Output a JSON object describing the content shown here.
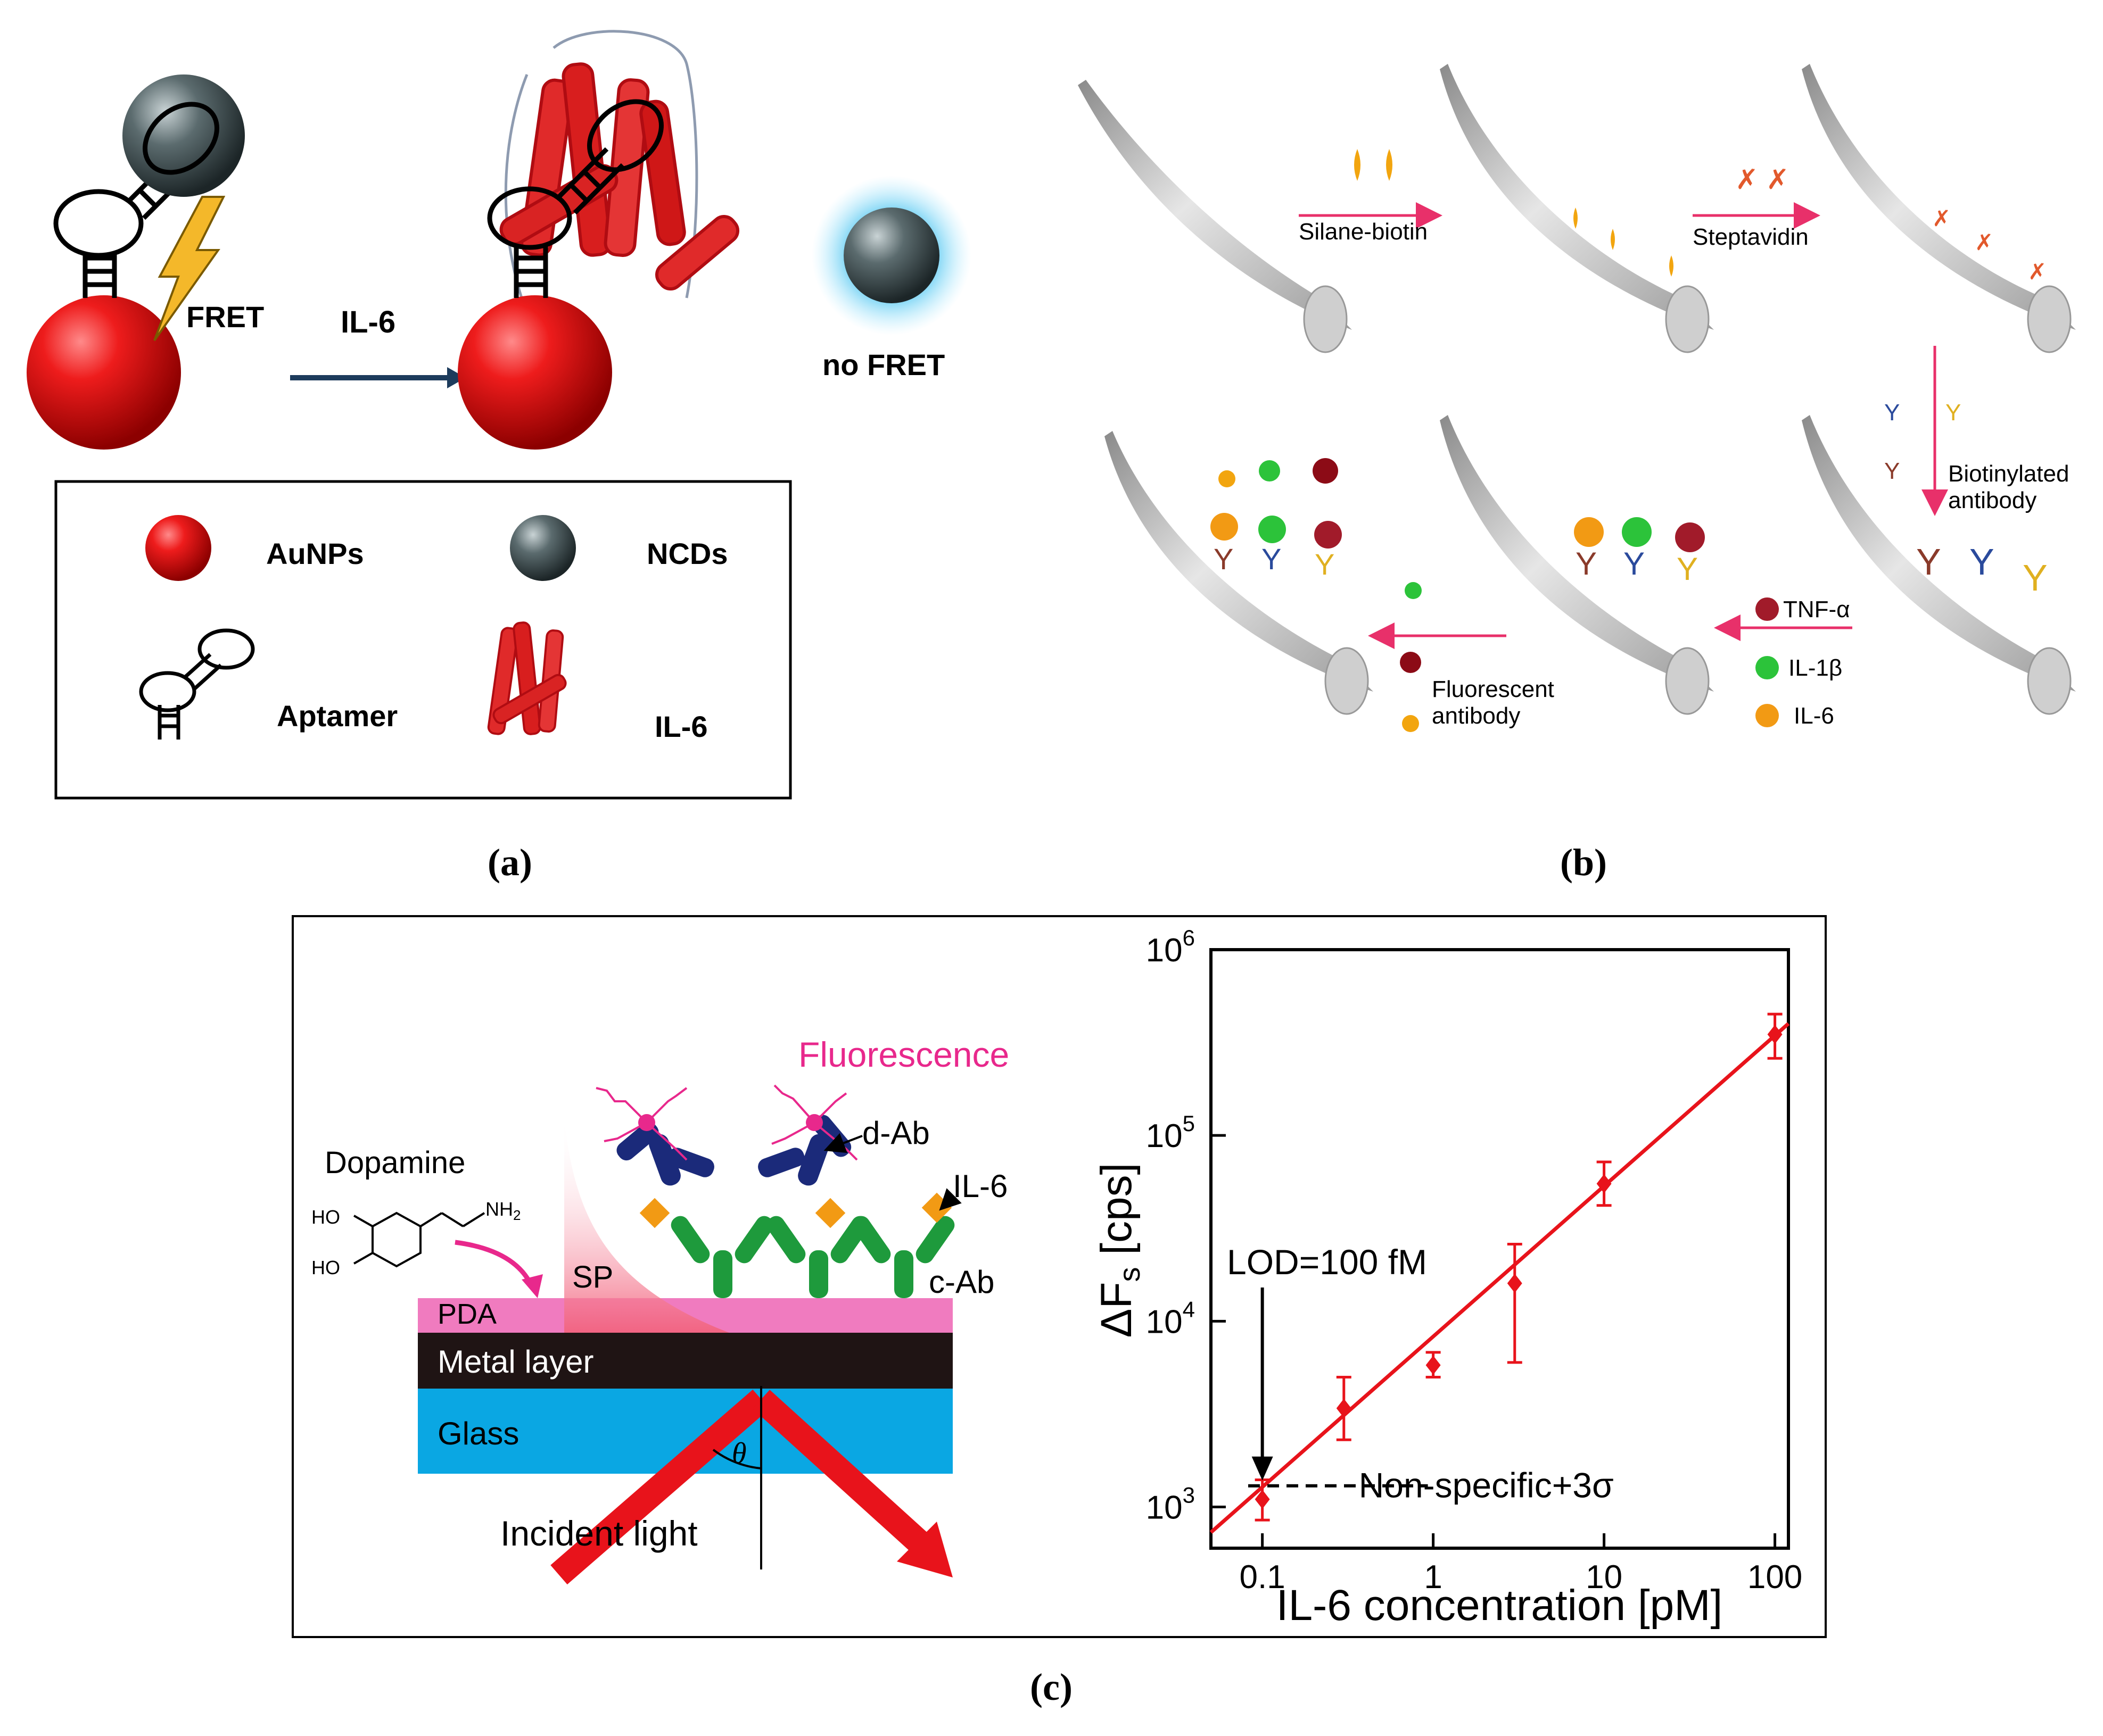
{
  "panel_a": {
    "caption_letter": "a",
    "fret_label": "FRET",
    "arrow_label": "IL-6",
    "no_fret_label": "no FRET",
    "legend": {
      "aunps": "AuNPs",
      "ncds": "NCDs",
      "aptamer": "Aptamer",
      "il6": "IL-6"
    },
    "colors": {
      "aunp": "#e3141b",
      "ncd": "#4a5a5e",
      "glow": "#7fd6f5",
      "protein": "#d81e1e"
    }
  },
  "panel_b": {
    "caption_letter": "b",
    "steps": {
      "silane_biotin": "Silane-biotin",
      "streptavidin": "Steptavidin",
      "biotinylated_line1": "Biotinylated",
      "biotinylated_line2": "antibody",
      "fluorescent_line1": "Fluorescent",
      "fluorescent_line2": "antibody"
    },
    "analytes": {
      "tnf": "TNF-α",
      "il1b": "IL-1β",
      "il6": "IL-6"
    },
    "colors": {
      "arrow": "#e8306a",
      "fiber": "#b7b7b7"
    }
  },
  "panel_c": {
    "caption_letter": "c",
    "schematic": {
      "fluorescence": "Fluorescence",
      "dopamine": "Dopamine",
      "ho1": "HO",
      "ho2": "HO",
      "nh2": "NH",
      "nh2_sub": "2",
      "d_ab": "d-Ab",
      "il6": "IL-6",
      "c_ab": "c-Ab",
      "sp": "SP",
      "pda": "PDA",
      "metal": "Metal layer",
      "glass": "Glass",
      "theta": "θ",
      "incident": "Incident light"
    },
    "colors": {
      "pda": "#f07bbf",
      "metal": "#1f1414",
      "glass": "#0aa7e3",
      "light": "#e8131b",
      "fluor": "#e8288c",
      "ab_green": "#1e9a3c",
      "ab_blue": "#1b2a7a",
      "il6": "#f29a14"
    }
  },
  "chart_data": {
    "type": "scatter",
    "xscale": "log",
    "yscale": "log",
    "xlim": [
      0.05,
      120
    ],
    "ylim": [
      600,
      1000000
    ],
    "xticks": [
      "0.1",
      "1",
      "10",
      "100"
    ],
    "yticks": [
      {
        "base": "10",
        "exp": "3"
      },
      {
        "base": "10",
        "exp": "4"
      },
      {
        "base": "10",
        "exp": "5"
      },
      {
        "base": "10",
        "exp": "6"
      }
    ],
    "xlabel": "IL-6 concentration [pM]",
    "ylabel_main": "ΔF",
    "ylabel_sub": "s",
    "ylabel_unit": " [cps]",
    "points": [
      {
        "x": 0.1,
        "y": 1100,
        "ylo": 850,
        "yhi": 1400
      },
      {
        "x": 0.3,
        "y": 3400,
        "ylo": 2300,
        "yhi": 5000
      },
      {
        "x": 1,
        "y": 5800,
        "ylo": 5000,
        "yhi": 6800
      },
      {
        "x": 3,
        "y": 16000,
        "ylo": 6000,
        "yhi": 26000
      },
      {
        "x": 10,
        "y": 55000,
        "ylo": 42000,
        "yhi": 72000
      },
      {
        "x": 100,
        "y": 350000,
        "ylo": 260000,
        "yhi": 450000
      }
    ],
    "fit": {
      "x1": 0.05,
      "y1": 730,
      "x2": 120,
      "y2": 400000
    },
    "threshold_y": 1300,
    "threshold_label": "Non-specific+3σ",
    "lod_label": "LOD=100 fM",
    "lod_x": 0.1,
    "grid": false,
    "color": "#e8131b"
  }
}
